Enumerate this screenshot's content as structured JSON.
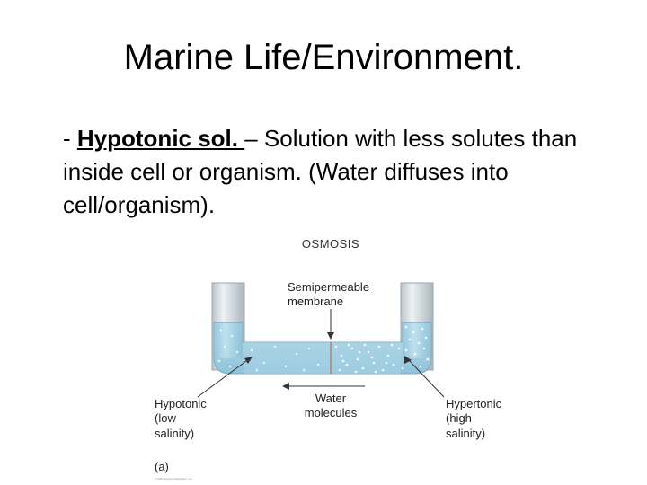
{
  "slide": {
    "title": "Marine Life/Environment.",
    "bullet_prefix": "- ",
    "term": "Hypotonic sol. ",
    "bullet_rest": "– Solution with less solutes than inside cell or organism. (Water diffuses into cell/organism)."
  },
  "diagram": {
    "title": "OSMOSIS",
    "membrane_label": [
      "Semipermeable",
      "membrane"
    ],
    "water_label": [
      "Water",
      "molecules"
    ],
    "left_label": [
      "Hypotonic",
      "(low",
      "salinity)"
    ],
    "right_label": [
      "Hypertonic",
      "(high",
      "salinity)"
    ],
    "panel_label": "(a)",
    "copyright": "© 2011 Pearson Education, Inc.",
    "colors": {
      "water": "#a8d3e6",
      "tube": "#dbe3e8",
      "membrane": "#c97a6e"
    }
  }
}
